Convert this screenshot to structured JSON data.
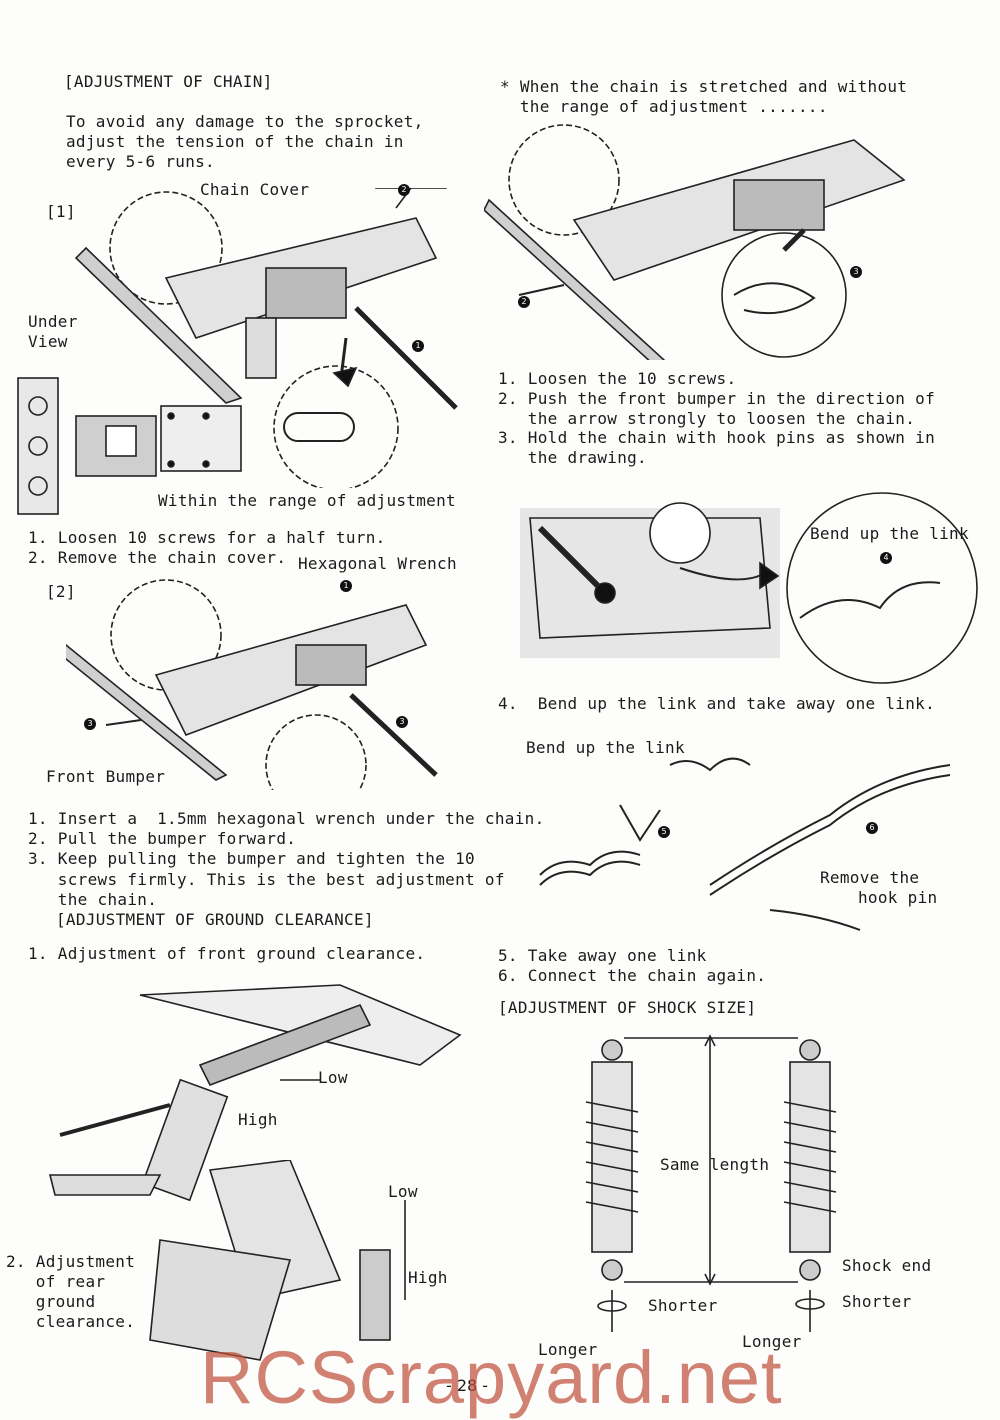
{
  "chain": {
    "heading": "[ADJUSTMENT OF CHAIN]",
    "intro": [
      "To avoid any damage to the sprocket,",
      "adjust the tension of the chain in",
      "every 5-6 runs."
    ],
    "step1_tag": "[1]",
    "chain_cover_label": "Chain Cover",
    "under_view_label": [
      "Under",
      "View"
    ],
    "within_range_label": "Within the range of adjustment",
    "step1_list": [
      "1. Loosen 10 screws for a half turn.",
      "2. Remove the chain cover."
    ],
    "hex_wrench_label": "Hexagonal Wrench",
    "step2_tag": "[2]",
    "front_bumper_label": "Front Bumper",
    "step2_list": [
      "1. Insert a  1.5mm hexagonal wrench under the chain.",
      "2. Pull the bumper forward.",
      "3. Keep pulling the bumper and tighten the 10",
      "   screws firmly. This is the best adjustment of",
      "   the chain."
    ]
  },
  "stretched": {
    "note": [
      "* When the chain is stretched and without",
      "  the range of adjustment ......."
    ],
    "list": [
      "1. Loosen the 10 screws.",
      "2. Push the front bumper in the direction of",
      "   the arrow strongly to loosen the chain.",
      "3. Hold the chain with hook pins as shown in",
      "   the drawing."
    ],
    "bend_label": "Bend up the link",
    "step4": "4.  Bend up the link and take away one link.",
    "bend_label2": "Bend up the link",
    "remove_pin_label": [
      "Remove the",
      "hook pin"
    ],
    "step5": "5. Take away one link",
    "step6": "6. Connect the chain again."
  },
  "ground": {
    "heading": "[ADJUSTMENT OF GROUND CLEARANCE]",
    "item1": "1. Adjustment of front ground clearance.",
    "low1": "Low",
    "high1": "High",
    "low2": "Low",
    "high2": "High",
    "item2": [
      "2. Adjustment",
      "   of rear",
      "   ground",
      "   clearance."
    ]
  },
  "shock": {
    "heading": "[ADJUSTMENT OF SHOCK SIZE]",
    "same_length": "Same length",
    "shock_end": "Shock end",
    "shorter_left": "Shorter",
    "shorter_right": "Shorter",
    "longer_left": "Longer",
    "longer_right": "Longer"
  },
  "footer": {
    "page": "- 28 -",
    "watermark": "RCScrapyard.net"
  },
  "badges": [
    "2",
    "1",
    "1",
    "3",
    "2",
    "3",
    "4",
    "5",
    "6"
  ]
}
